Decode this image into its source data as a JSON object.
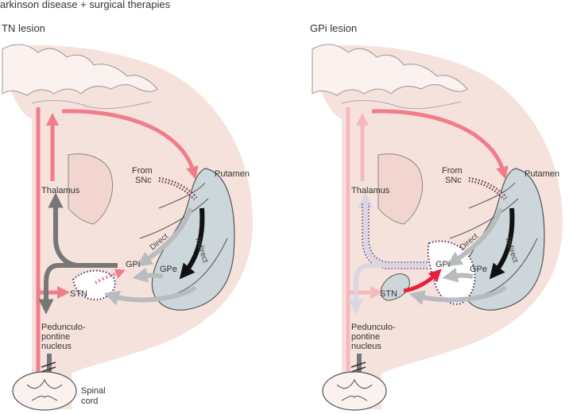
{
  "header": {
    "title": "arkinson disease + surgical therapies"
  },
  "panels": [
    {
      "title": "TN lesion",
      "labels": {
        "from": "From",
        "snc": "SNc",
        "putamen": "Putamen",
        "thalamus": "Thalamus",
        "direct": "Direct",
        "indirect": "Indirect",
        "gpi": "GPi",
        "gpe": "GPe",
        "stn": "STN",
        "ppn_1": "Pedunculo-",
        "ppn_2": "pontine",
        "ppn_3": "nucleus",
        "spinal_1": "Spinal",
        "spinal_2": "cord"
      }
    },
    {
      "title": "GPi lesion",
      "labels": {
        "from": "From",
        "snc": "SNc",
        "putamen": "Putamen",
        "thalamus": "Thalamus",
        "direct": "Direct",
        "indirect": "Indirect",
        "gpi": "GPi",
        "gpe": "GPe",
        "stn": "STN",
        "ppn_1": "Pedunculo-",
        "ppn_2": "pontine",
        "ppn_3": "nucleus"
      }
    }
  ],
  "colors": {
    "cortex_pathway": "#f07c8c",
    "cortex_pathway_faded": "#f6b8c0",
    "excitatory_red": "#e8203c",
    "inhibitory_black": "#111111",
    "pathway_grey": "#777777",
    "pathway_lightgrey": "#b9bcbe",
    "putamen_fill": "#cdd6da",
    "brain_bg": "#f6e2dc",
    "lesion_outline": "#5a3c82"
  }
}
